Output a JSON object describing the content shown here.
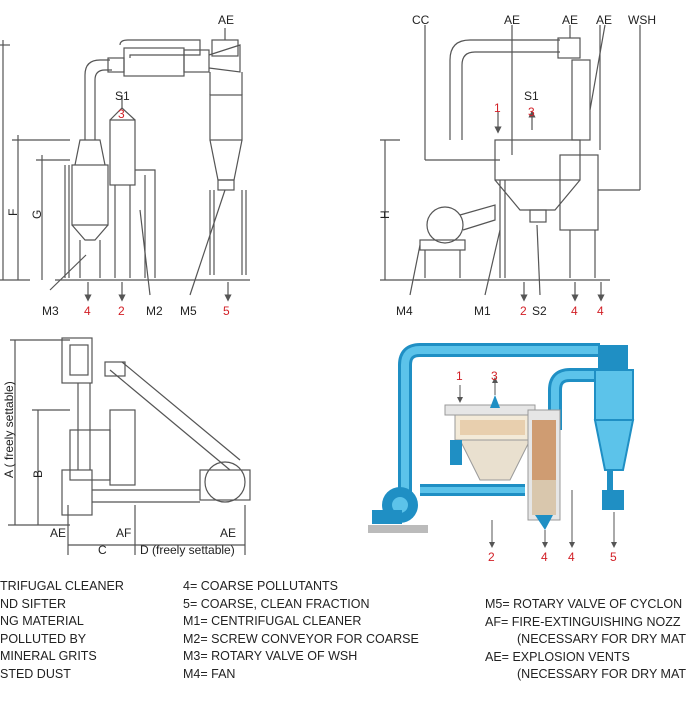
{
  "labels": {
    "ae": "AE",
    "cc": "CC",
    "wsh": "WSH",
    "s1": "S1",
    "s2": "S2",
    "m1": "M1",
    "m2": "M2",
    "m3": "M3",
    "m4": "M4",
    "m5": "M5",
    "af": "AF",
    "dim_f": "F",
    "dim_g": "G",
    "dim_h": "H",
    "dim_a": "A ( freely settable)",
    "dim_b": "B",
    "dim_c": "C",
    "dim_d": "D (freely settable)"
  },
  "numbers": {
    "n1": "1",
    "n2": "2",
    "n3": "3",
    "n4": "4",
    "n5": "5"
  },
  "legend": {
    "col1": [
      "TRIFUGAL CLEANER",
      "ND SIFTER",
      "NG MATERIAL",
      "POLLUTED BY",
      "MINERAL GRITS",
      "STED DUST"
    ],
    "col2": [
      "4= COARSE POLLUTANTS",
      "5= COARSE, CLEAN FRACTION",
      "M1= CENTRIFUGAL CLEANER",
      "M2= SCREW CONVEYOR FOR COARSE",
      "M3= ROTARY VALVE OF WSH",
      "M4= FAN"
    ],
    "col3": [
      "M5= ROTARY VALVE OF CYCLON",
      "AF= FIRE-EXTINGUISHING NOZZ",
      "(NECESSARY FOR DRY MAT",
      "AE= EXPLOSION VENTS",
      "(NECESSARY FOR DRY MAT"
    ]
  },
  "colors": {
    "line": "#555555",
    "blue_dark": "#1f8fc4",
    "blue_light": "#5cc3ea",
    "accent_red": "#d21f26",
    "material": "#c98a55"
  }
}
